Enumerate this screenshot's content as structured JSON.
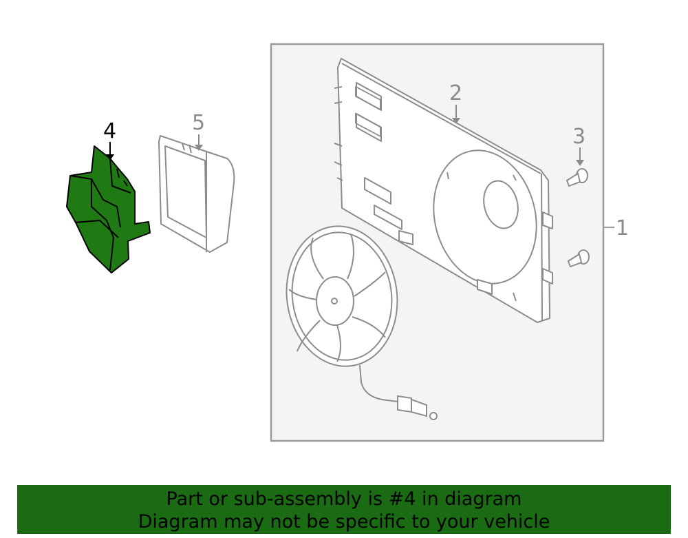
{
  "callouts": {
    "c1": "1",
    "c2": "2",
    "c3": "3",
    "c4": "4",
    "c5": "5"
  },
  "highlight_part": "4",
  "colors": {
    "highlight_fill": "#1f7a13",
    "line": "#9a9a9a",
    "banner_bg": "#1a6b14"
  },
  "banner": {
    "line1": "Part or sub-assembly is #4 in diagram",
    "line2": "Diagram may not be specific to your vehicle"
  }
}
